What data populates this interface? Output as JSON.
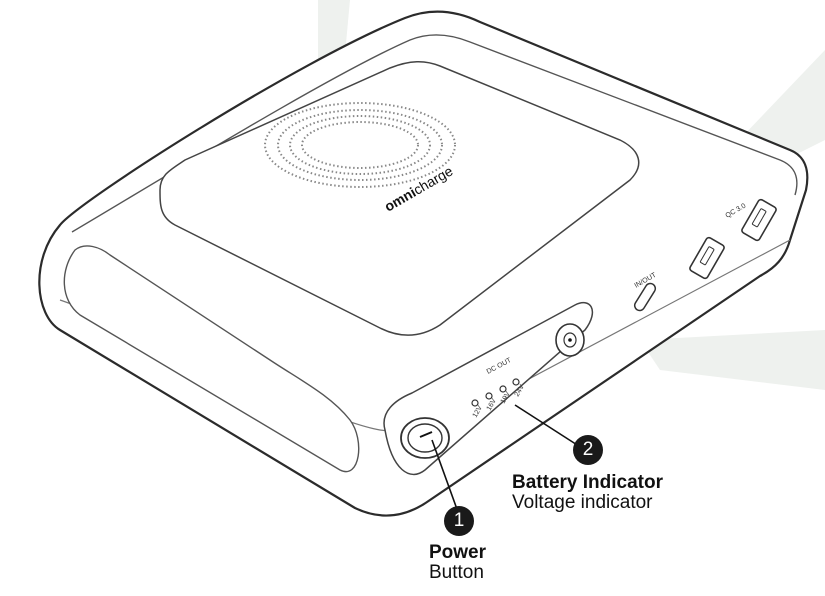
{
  "device": {
    "brand_prefix": "omni",
    "brand_suffix": "charge",
    "ports": {
      "usb_label": "QC 3.0",
      "inout_label": "IN/OUT",
      "dc_out_label": "DC OUT",
      "voltages": [
        "12V",
        "16V",
        "19V",
        "24V"
      ]
    }
  },
  "callouts": [
    {
      "number": "1",
      "title": "Power",
      "subtitle": "Button"
    },
    {
      "number": "2",
      "title": "Battery Indicator",
      "subtitle": "Voltage indicator"
    }
  ],
  "colors": {
    "outline": "#333333",
    "highlight_rays": "#eef1ee",
    "callout_fill": "#1a1a1a"
  }
}
